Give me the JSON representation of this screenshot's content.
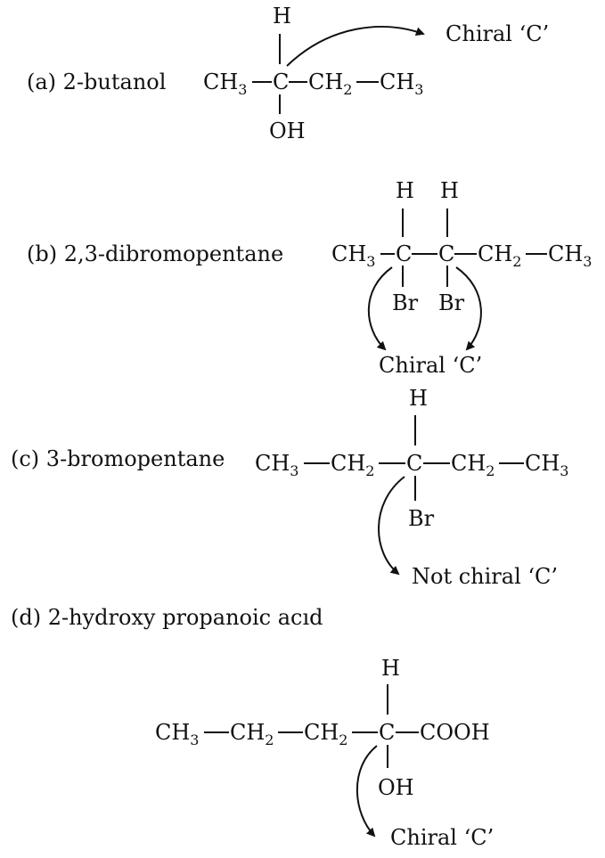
{
  "sections": {
    "a": {
      "label": "(a) 2-butanol",
      "chiral_note": "Chiral ‘C’",
      "atoms": {
        "top": "H",
        "bottom": "OH",
        "left": "CH",
        "left_sub": "3",
        "center": "C",
        "right1": "CH",
        "right1_sub": "2",
        "right2": "CH",
        "right2_sub": "3"
      }
    },
    "b": {
      "label": "(b) 2,3-dibromopentane",
      "chiral_note": "Chiral ‘C’",
      "atoms": {
        "h1": "H",
        "h2": "H",
        "br1": "Br",
        "br2": "Br",
        "left": "CH",
        "left_sub": "3",
        "c1": "C",
        "c2": "C",
        "right1": "CH",
        "right1_sub": "2",
        "right2": "CH",
        "right2_sub": "3"
      }
    },
    "c": {
      "label": "(c) 3-bromopentane",
      "note": "Not chiral ‘C’",
      "atoms": {
        "top": "H",
        "bottom": "Br",
        "g1": "CH",
        "g1_sub": "3",
        "g2": "CH",
        "g2_sub": "2",
        "center": "C",
        "g3": "CH",
        "g3_sub": "2",
        "g4": "CH",
        "g4_sub": "3"
      }
    },
    "d": {
      "label": "(d) 2-hydroxy propanoic acıd",
      "chiral_note": "Chiral ‘C’",
      "atoms": {
        "top": "H",
        "bottom": "OH",
        "g1": "CH",
        "g1_sub": "3",
        "g2": "CH",
        "g2_sub": "2",
        "g3": "CH",
        "g3_sub": "2",
        "center": "C",
        "right": "COOH"
      }
    }
  }
}
